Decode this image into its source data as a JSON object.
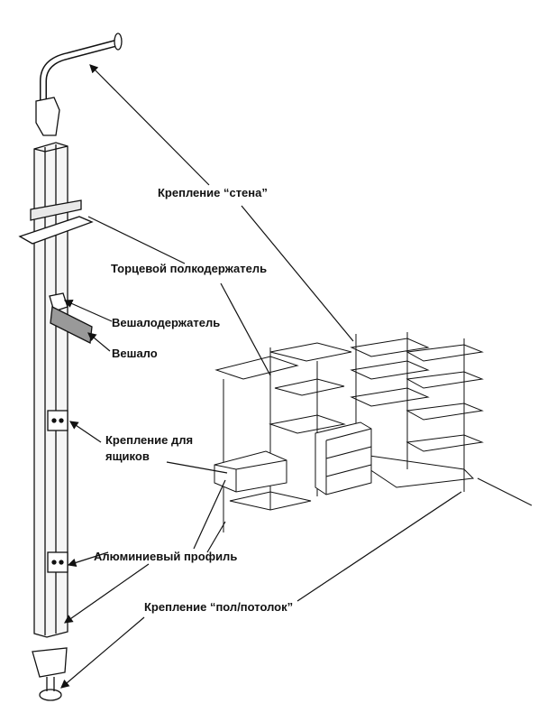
{
  "labels": {
    "wall_mount": "Крепление “стена”",
    "end_shelf_holder": "Торцевой полкодержатель",
    "hanger_holder": "Вешалодержатель",
    "hanger": "Вешало",
    "drawer_mount_line1": "Крепление для",
    "drawer_mount_line2": "ящиков",
    "aluminium_profile": "Алюминиевый профиль",
    "floor_ceiling_mount": "Крепление “пол/потолок”"
  }
}
